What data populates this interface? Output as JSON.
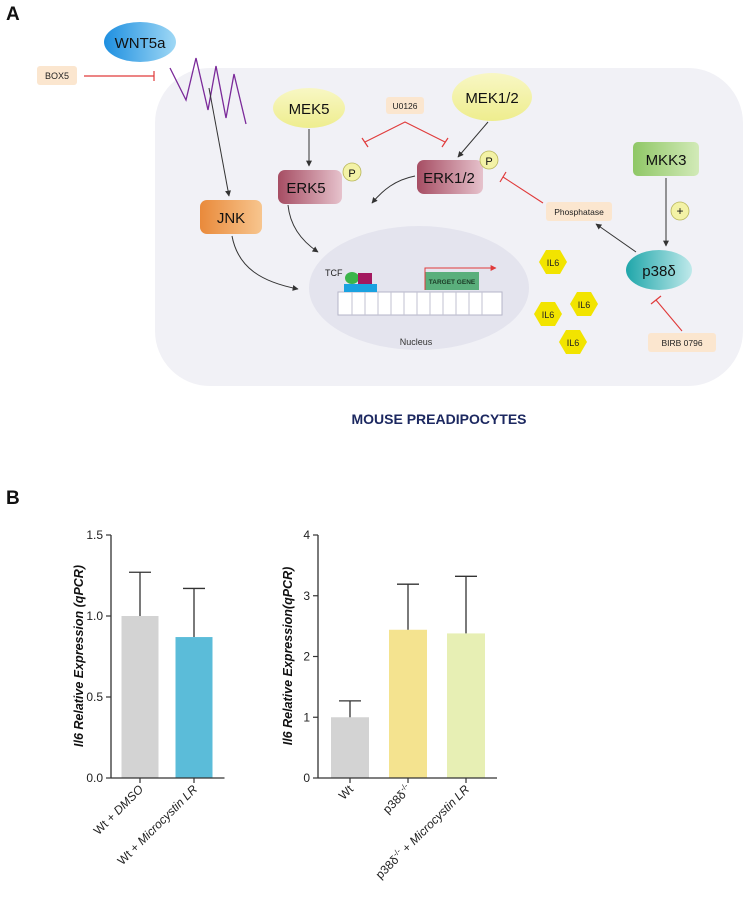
{
  "panel_a": {
    "label": "A",
    "title": "MOUSE PREADIPOCYTES",
    "nodes": {
      "wnt5a": "WNT5a",
      "box5": "BOX5",
      "mek5": "MEK5",
      "u0126": "U0126",
      "mek12": "MEK1/2",
      "erk5": "ERK5",
      "erk12": "ERK1/2",
      "phospho": "P",
      "jnk": "JNK",
      "mkk3": "MKK3",
      "plus": "+",
      "phosphatase": "Phosphatase",
      "p38d": "p38δ",
      "birb": "BIRB 0796",
      "tcf": "TCF",
      "target_gene": "TARGET GENE",
      "nucleus": "Nucleus",
      "il6": "IL6"
    },
    "colors": {
      "cell": "#f1f1f6",
      "nucleus": "#e4e4ee",
      "mek": "#f3f2a6",
      "erk": "#b36276",
      "jnk": "#eb9a4e",
      "mkk3": "#a6cf7e",
      "p38d": "#33b3b5",
      "wnt5a": "#2a9ee0",
      "il6": "#f2e400",
      "inhibitor_box": "#fbe6cf",
      "inhibit_line": "#e03a3a",
      "target_gene": "#5aaf7c"
    }
  },
  "panel_b": {
    "label": "B"
  },
  "chart_data": [
    {
      "type": "bar",
      "categories": [
        "Wt + DMSO",
        "Wt + Microcystin LR"
      ],
      "values": [
        1.0,
        0.87
      ],
      "errors": [
        0.27,
        0.3
      ],
      "colors": [
        "#d3d3d3",
        "#5bbcd9"
      ],
      "ylabel": "Il6 Relative Expression (qPCR)",
      "ylim": [
        0,
        1.5
      ],
      "yticks": [
        "0.0",
        "0.5",
        "1.0",
        "1.5"
      ],
      "grid": false
    },
    {
      "type": "bar",
      "categories": [
        "Wt",
        "p38δ-/-",
        "p38δ-/- + Microcystin LR"
      ],
      "values": [
        1.0,
        2.44,
        2.38
      ],
      "errors": [
        0.27,
        0.75,
        0.94
      ],
      "colors": [
        "#d3d3d3",
        "#f4e38f",
        "#e7efb4"
      ],
      "ylabel": "Il6 Relative Expression(qPCR)",
      "ylim": [
        0,
        4
      ],
      "yticks": [
        "0",
        "1",
        "2",
        "3",
        "4"
      ],
      "grid": false
    }
  ]
}
